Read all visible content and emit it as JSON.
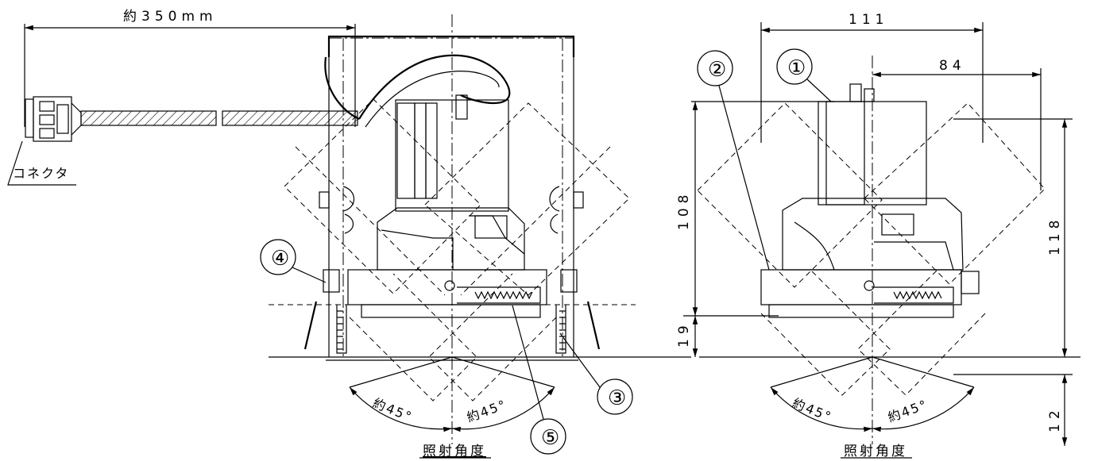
{
  "dimensions": {
    "cable_length": "約350mm",
    "width_total": "111",
    "width_offset": "84",
    "height_body": "108",
    "height_flange": "19",
    "height_total": "118",
    "height_bottom": "12"
  },
  "labels": {
    "connector": "コネクタ",
    "angle_left_a": "約45°",
    "angle_left_b": "約45°",
    "angle_right_a": "約45°",
    "angle_right_b": "約45°",
    "caption_left": "照射角度",
    "caption_right": "照射角度"
  },
  "callouts": [
    "①",
    "②",
    "③",
    "④",
    "⑤"
  ]
}
